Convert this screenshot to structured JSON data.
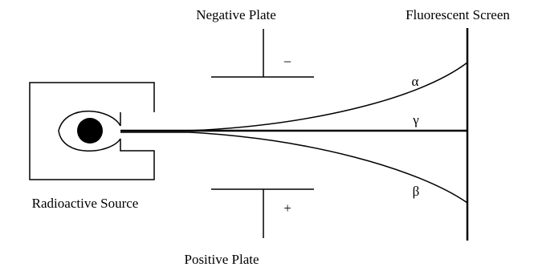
{
  "labels": {
    "negative_plate": "Negative Plate",
    "positive_plate": "Positive Plate",
    "fluorescent_screen": "Fluorescent Screen",
    "radioactive_source": "Radioactive Source",
    "negative_sign": "−",
    "positive_sign": "+",
    "alpha": "α",
    "gamma": "γ",
    "beta": "β"
  }
}
